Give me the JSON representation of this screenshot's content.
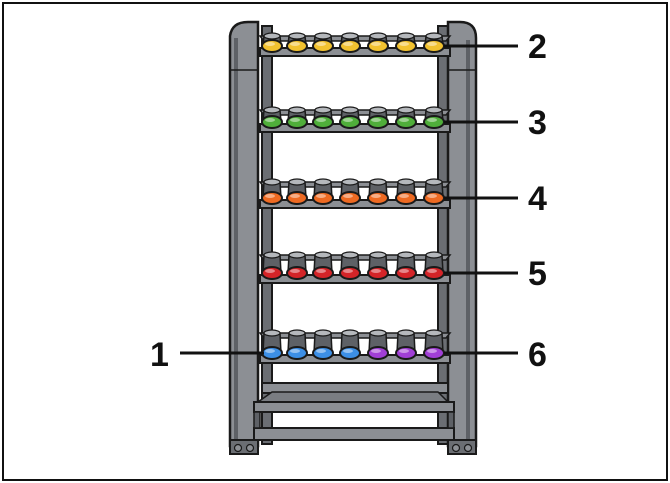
{
  "colors": {
    "frame": "#8c8f94",
    "frame_dark": "#5e6166",
    "outline": "#1a1a1a",
    "tier_1": "#f2c230",
    "tier_2": "#4fae3a",
    "tier_3": "#ee6a22",
    "tier_4": "#d42428",
    "blue": "#3c8fe6",
    "purple": "#a13fd6"
  },
  "shelves": [
    {
      "colors": [
        "tier_1",
        "tier_1",
        "tier_1",
        "tier_1",
        "tier_1",
        "tier_1",
        "tier_1"
      ]
    },
    {
      "colors": [
        "tier_2",
        "tier_2",
        "tier_2",
        "tier_2",
        "tier_2",
        "tier_2",
        "tier_2"
      ]
    },
    {
      "colors": [
        "tier_3",
        "tier_3",
        "tier_3",
        "tier_3",
        "tier_3",
        "tier_3",
        "tier_3"
      ]
    },
    {
      "colors": [
        "tier_4",
        "tier_4",
        "tier_4",
        "tier_4",
        "tier_4",
        "tier_4",
        "tier_4"
      ]
    },
    {
      "colors": [
        "blue",
        "blue",
        "blue",
        "blue",
        "purple",
        "purple",
        "purple"
      ]
    }
  ],
  "callouts": {
    "c1": "1",
    "c2": "2",
    "c3": "3",
    "c4": "4",
    "c5": "5",
    "c6": "6"
  }
}
